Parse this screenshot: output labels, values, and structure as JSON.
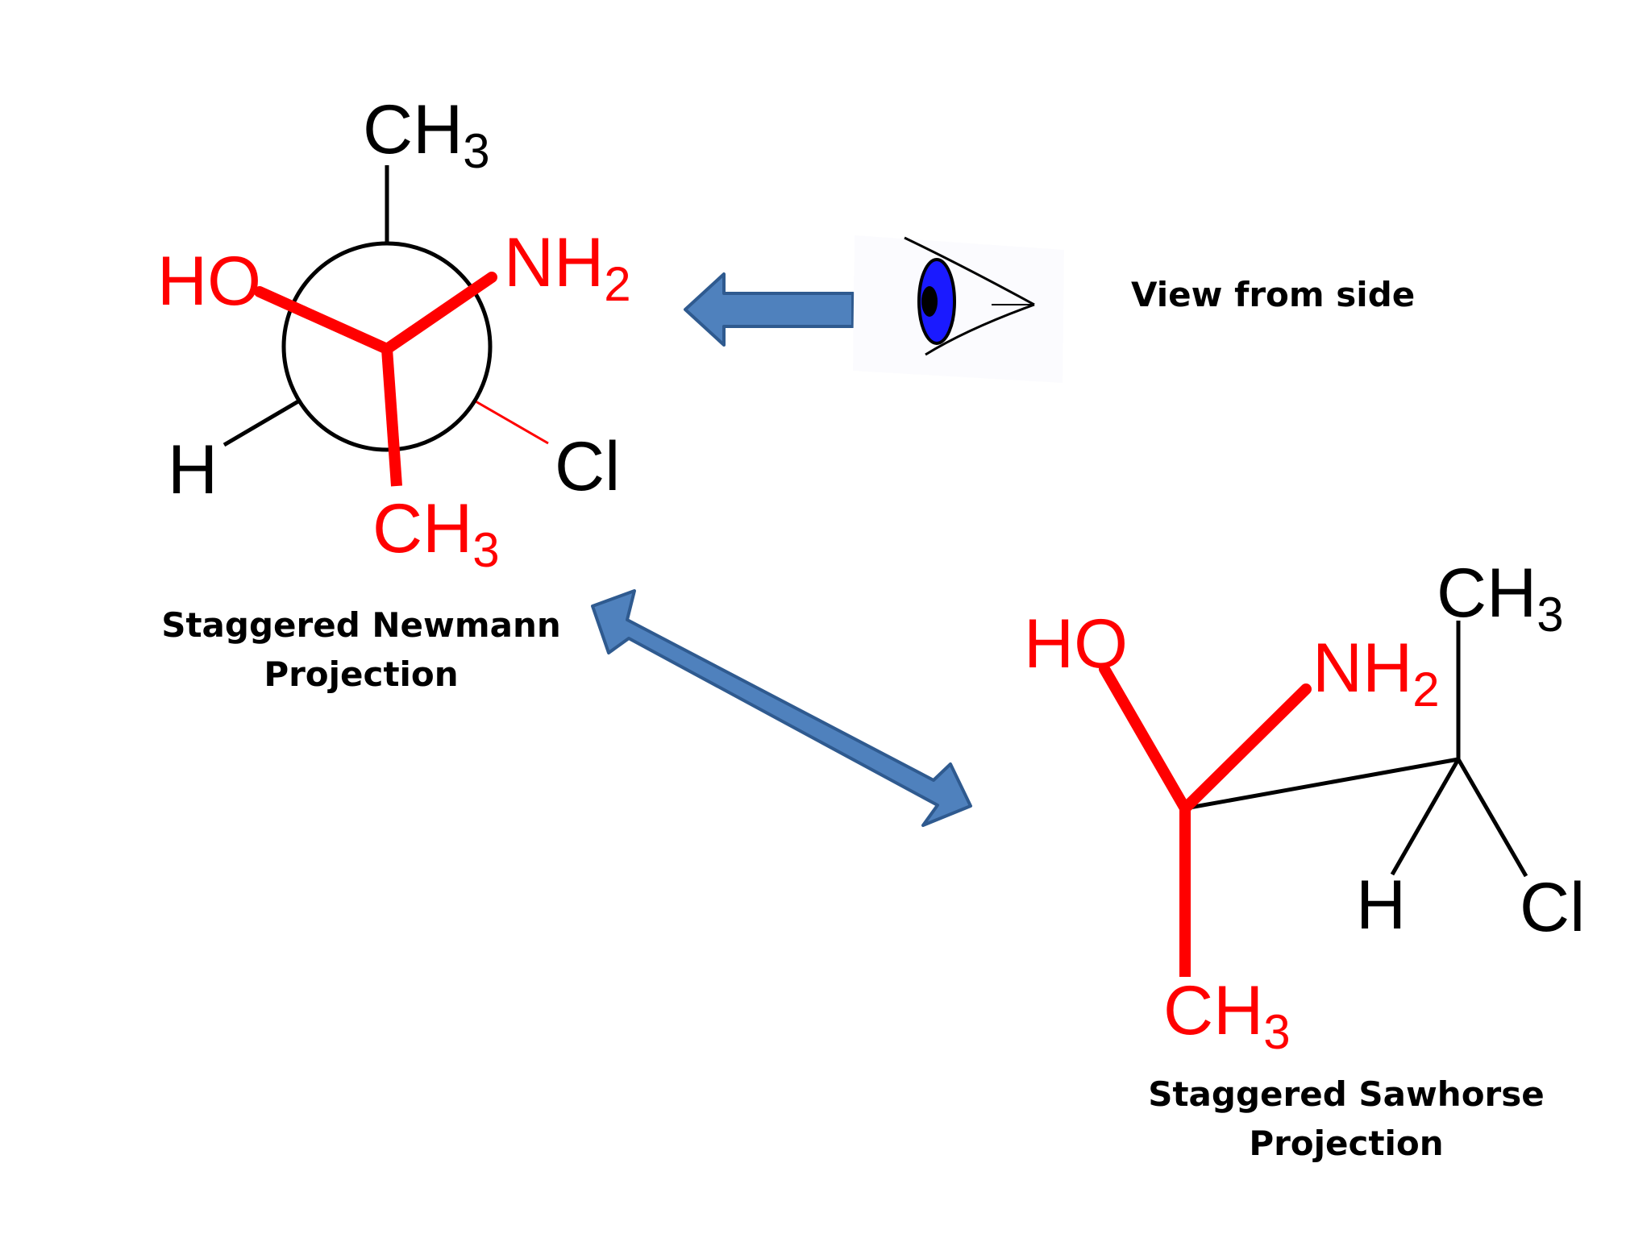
{
  "colors": {
    "highlight": "#ff0000",
    "bond": "#000000",
    "arrow_fill": "#4f81bd",
    "arrow_stroke": "#2f5a8f",
    "iris": "#1a1aff"
  },
  "icons": {
    "eye": "eye-icon",
    "arrow_left": "arrow-left-icon",
    "double_arrow": "double-arrow-icon"
  },
  "newman": {
    "front_top": {
      "main": "CH",
      "sub": "3"
    },
    "front_left": "HO",
    "front_right": {
      "main": "NH",
      "sub": "2"
    },
    "back_left": "H",
    "back_right": "Cl",
    "bottom": {
      "main": "CH",
      "sub": "3"
    },
    "caption_line1": "Staggered Newmann",
    "caption_line2": "Projection"
  },
  "view_label": "View from side",
  "sawhorse": {
    "top_right": {
      "main": "CH",
      "sub": "3"
    },
    "front_left": "HO",
    "front_right": {
      "main": "NH",
      "sub": "2"
    },
    "back_left": "H",
    "back_right": "Cl",
    "bottom": {
      "main": "CH",
      "sub": "3"
    },
    "caption_line1": "Staggered Sawhorse",
    "caption_line2": "Projection"
  }
}
